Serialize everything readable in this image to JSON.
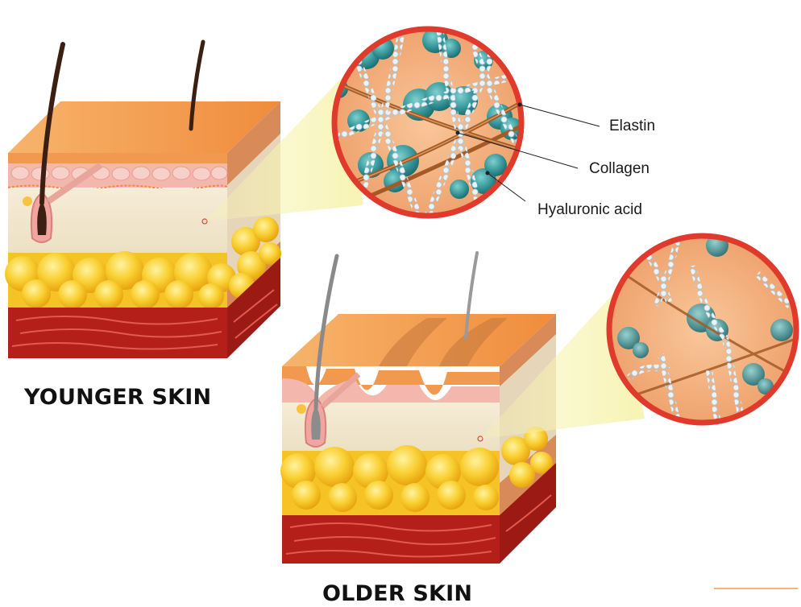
{
  "labels": {
    "elastin": "Elastin",
    "collagen": "Collagen",
    "hyaluronic_acid": "Hyaluronic acid"
  },
  "titles": {
    "younger": "YOUNGER SKIN",
    "older": "OLDER SKIN"
  },
  "colors": {
    "epidermis": "#f4a35e",
    "dermis_pink": "#f3b9b0",
    "dermis_base": "#f1e6cf",
    "fat": "#f7c82a",
    "muscle": "#b8221d",
    "circle_border": "#e03a2c",
    "hyaluronic": "#3a9a9c",
    "collagen": "#a8602c",
    "elastin_fiber": "#dbe9f2",
    "magnifier_beam": "#f4f0a6"
  }
}
